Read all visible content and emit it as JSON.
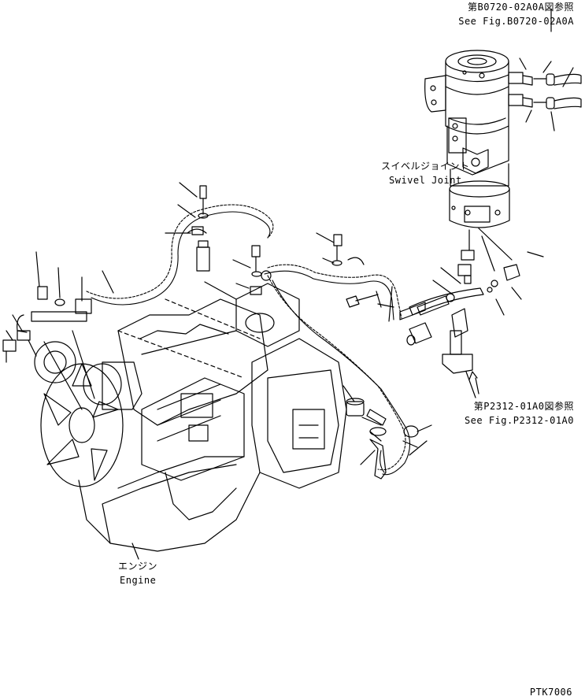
{
  "references": {
    "top_right": {
      "jp": "第B0720-02A0A図参照",
      "en": "See Fig.B0720-02A0A"
    },
    "bottom_right": {
      "jp": "第P2312-01A0図参照",
      "en": "See Fig.P2312-01A0"
    }
  },
  "components": {
    "swivel_joint": {
      "jp": "スイベルジョイント",
      "en": "Swivel Joint"
    },
    "engine": {
      "jp": "エンジン",
      "en": "Engine"
    }
  },
  "drawing_code": "PTK7006"
}
